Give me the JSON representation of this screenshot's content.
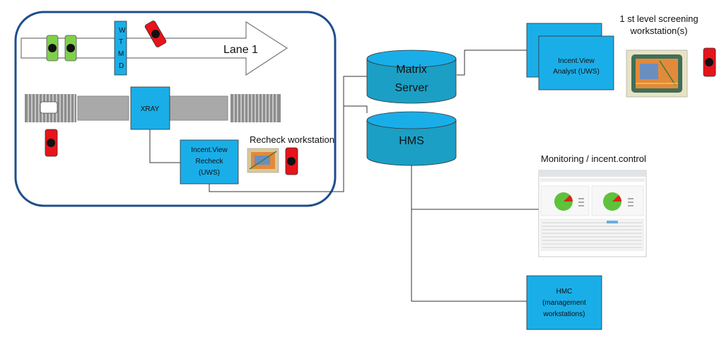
{
  "lane": {
    "label": "Lane 1",
    "wtmd_letters": [
      "W",
      "T",
      "M",
      "D"
    ]
  },
  "xray": {
    "label": "XRAY"
  },
  "recheck_uws": {
    "lines": [
      "Incent.View",
      "Recheck",
      "(UWS)"
    ]
  },
  "recheck_workstation": {
    "label": "Recheck workstation"
  },
  "matrix_server": {
    "lines": [
      "Matrix",
      "Server"
    ]
  },
  "hms": {
    "label": "HMS"
  },
  "analyst_uws": {
    "lines": [
      "Incent.View",
      "Analyst (UWS)"
    ]
  },
  "first_level": {
    "lines": [
      "1 st level screening",
      "workstation(s)"
    ]
  },
  "monitoring": {
    "label": "Monitoring / incent.control"
  },
  "hmc": {
    "lines": [
      "HMC",
      "(management",
      "workstations)"
    ]
  },
  "colors": {
    "box_fill": "#1aaee8",
    "cylinder_fill": "#1b9fc4",
    "frame_border": "#1f4e8c",
    "belt": "#a9a9a9",
    "phone_red": "#e8141a",
    "phone_green": "#7ed04b",
    "line": "#333333"
  },
  "icons": [
    "phone-icon",
    "scanner-image-icon",
    "dashboard-screenshot-icon"
  ]
}
